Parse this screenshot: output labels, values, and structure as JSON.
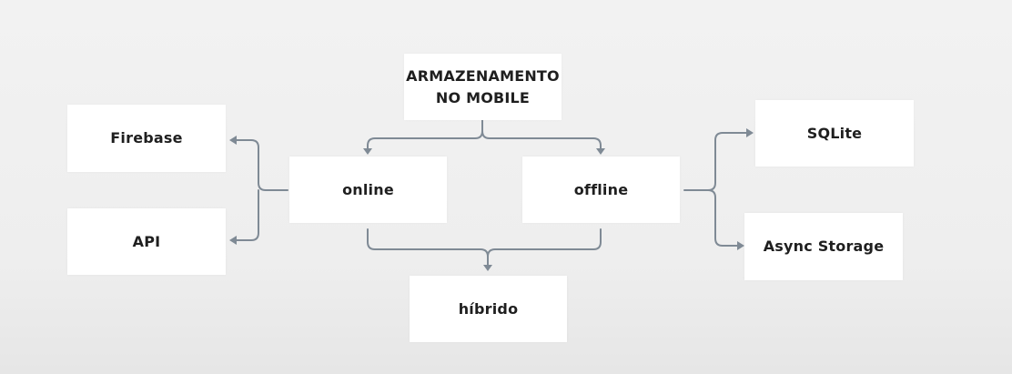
{
  "root": {
    "line1": "ARMAZENAMENTO",
    "line2": "NO MOBILE"
  },
  "nodes": {
    "online": "online",
    "offline": "offline",
    "firebase": "Firebase",
    "api": "API",
    "sqlite": "SQLite",
    "async_storage": "Async Storage",
    "hibrido": "híbrido"
  },
  "colors": {
    "connector": "#7f8a95",
    "box_fill": "#ffffff",
    "text": "#1f1f1f"
  }
}
